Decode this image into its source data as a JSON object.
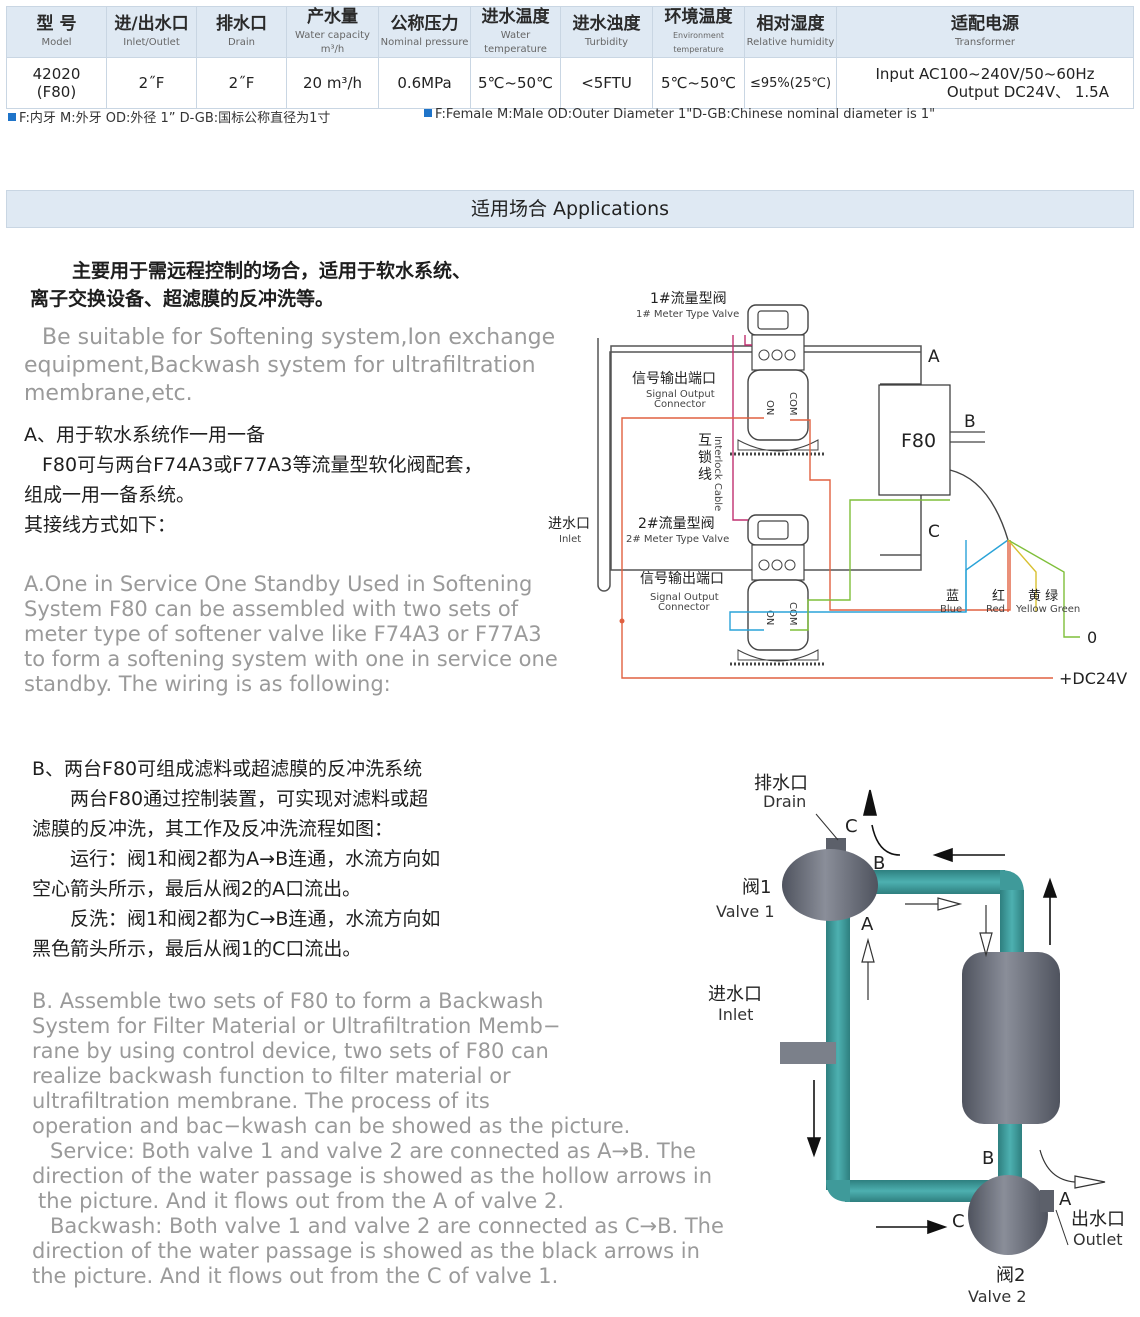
{
  "spec_table": {
    "headers": [
      {
        "cn": "型 号",
        "en": "Model"
      },
      {
        "cn": "进/出水口",
        "en": "Inlet/Outlet"
      },
      {
        "cn": "排水口",
        "en": "Drain"
      },
      {
        "cn": "产水量",
        "en": "Water capacity m³/h"
      },
      {
        "cn": "公称压力",
        "en": "Nominal pressure"
      },
      {
        "cn": "进水温度",
        "en": "Water temperature"
      },
      {
        "cn": "进水浊度",
        "en": "Turbidity"
      },
      {
        "cn": "环境温度",
        "en": "Environment temperature"
      },
      {
        "cn": "相对湿度",
        "en": "Relative humidity"
      },
      {
        "cn": "适配电源",
        "en": "Transformer"
      }
    ],
    "row": {
      "model_line1": "42020",
      "model_line2": "(F80)",
      "inlet_outlet": "2˝F",
      "drain": "2˝F",
      "capacity": "20 m³/h",
      "pressure": "0.6MPa",
      "water_temp": "5℃~50℃",
      "turbidity": "<5FTU",
      "env_temp": "5℃~50℃",
      "humidity": "≤95%(25℃)",
      "power_input": "Input    AC100~240V/50~60Hz",
      "power_output": "Output  DC24V、 1.5A"
    },
    "legend_cn": "F:内牙   M:外牙   OD:外径     1” D-GB:国标公称直径为1寸",
    "legend_en": "F:Female    M:Male    OD:Outer Diameter    1\"D-GB:Chinese nominal diameter is 1\""
  },
  "applications": {
    "title": "适用场合  Applications",
    "intro_cn_1": "主要用于需远程控制的场合，适用于软水系统、",
    "intro_cn_2": "离子交换设备、超滤膜的反冲洗等。",
    "intro_en_1": "Be suitable for Softening system,Ion exchange",
    "intro_en_2": "equipment,Backwash system for ultrafiltration",
    "intro_en_3": "membrane,etc.",
    "a_title": "A、用于软水系统作一用一备",
    "a_cn_1": "F80可与两台F74A3或F77A3等流量型软化阀配套，",
    "a_cn_2": "组成一用一备系统。",
    "a_cn_3": "其接线方式如下：",
    "a_en_1": "A.One in Service One Standby Used in Softening",
    "a_en_2": "System F80 can be assembled with two sets of",
    "a_en_3": "meter type of softener valve like F74A3 or F77A3",
    "a_en_4": "to form a softening system with one in service one",
    "a_en_5": "standby. The wiring is as following:",
    "b_title": "B、两台F80可组成滤料或超滤膜的反冲洗系统",
    "b_cn_1": "两台F80通过控制装置，可实现对滤料或超",
    "b_cn_2": "滤膜的反冲洗，其工作及反冲洗流程如图：",
    "b_cn_3": "运行：阀1和阀2都为A→B连通，水流方向如",
    "b_cn_4": "空心箭头所示，最后从阀2的A口流出。",
    "b_cn_5": "反洗：阀1和阀2都为C→B连通，水流方向如",
    "b_cn_6": "黑色箭头所示，最后从阀1的C口流出。",
    "b_en_1": "B. Assemble two sets of F80 to form a Backwash",
    "b_en_2": "System for Filter Material or Ultrafiltration Memb−",
    "b_en_3": "rane by using control device, two sets of F80 can",
    "b_en_4": "realize backwash function to filter material or",
    "b_en_5": "ultrafiltration membrane. The process of its",
    "b_en_6": "operation and bac−kwash can be showed as the picture.",
    "b_en_7": "Service: Both valve 1 and valve 2 are connected as A→B. The",
    "b_en_8": "direction of the water passage is showed as the hollow arrows in",
    "b_en_9": "the picture. And it flows out from the A of valve 2.",
    "b_en_10": "Backwash: Both valve 1 and valve 2 are connected as C→B. The",
    "b_en_11": "direction of the water passage is showed as the black arrows in",
    "b_en_12": "the picture. And it flows out from the C of valve 1."
  },
  "wiring_diagram": {
    "valve1_cn": "1#流量型阀",
    "valve1_en": "1# Meter Type Valve",
    "valve2_cn": "2#流量型阀",
    "valve2_en": "2# Meter Type Valve",
    "signal_cn": "信号输出端口",
    "signal_en_1": "Signal Output",
    "signal_en_2": "Connector",
    "interlock_cn": "互锁线",
    "interlock_en": "Interlock Cable",
    "inlet_cn": "进水口",
    "inlet_en": "Inlet",
    "terminal_on": "ON",
    "terminal_com": "COM",
    "controller": "F80",
    "port_a": "A",
    "port_b": "B",
    "port_c": "C",
    "wire_blue_cn": "蓝",
    "wire_blue_en": "Blue",
    "wire_red_cn": "红",
    "wire_red_en": "Red",
    "wire_yg_cn": "黄 绿",
    "wire_yg_en": "Yellow Green",
    "zero_label": "0",
    "dc_label": "+DC24V",
    "colors": {
      "blue": "#2aa3d8",
      "red": "#e06040",
      "yellow_green": "#7fbf3a",
      "frame": "#555555",
      "valve_tube": "#c03070"
    }
  },
  "flow_diagram": {
    "drain_cn": "排水口",
    "drain_en": "Drain",
    "valve1_cn": "阀1",
    "valve1_en": "Valve 1",
    "inlet_cn": "进水口",
    "inlet_en": "Inlet",
    "outlet_cn": "出水口",
    "outlet_en": "Outlet",
    "valve2_cn": "阀2",
    "valve2_en": "Valve 2",
    "port_a": "A",
    "port_b": "B",
    "port_c": "C",
    "colors": {
      "pipe": "#3f9a9a",
      "valve_body": "#6f7380",
      "tank": "#6a6e7a"
    }
  }
}
